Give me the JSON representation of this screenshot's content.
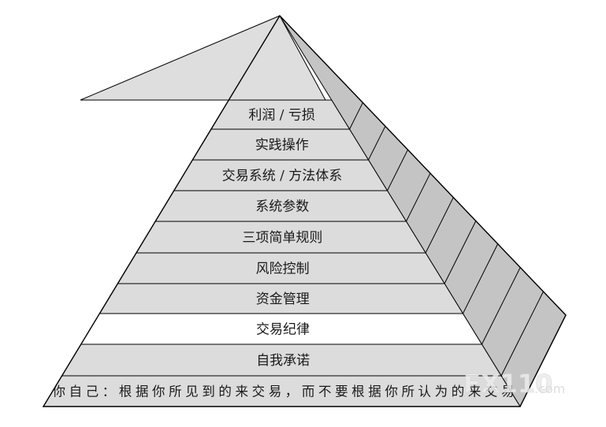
{
  "diagram": {
    "type": "pyramid",
    "layers_top_to_bottom": [
      {
        "label": "利润 / 亏损",
        "highlight": false
      },
      {
        "label": "实践操作",
        "highlight": false
      },
      {
        "label": "交易系统 / 方法体系",
        "highlight": false
      },
      {
        "label": "系统参数",
        "highlight": false
      },
      {
        "label": "三项简单规则",
        "highlight": false
      },
      {
        "label": "风险控制",
        "highlight": false
      },
      {
        "label": "资金管理",
        "highlight": false
      },
      {
        "label": "交易纪律",
        "highlight": true
      },
      {
        "label": "自我承诺",
        "highlight": false
      }
    ],
    "base": {
      "label": "你自己：根据你所见到的来交易，而不要根据你所认为的来交易"
    }
  },
  "watermark": {
    "text": "FX110",
    "suffix": ".com"
  },
  "colors": {
    "face": "#dcdcdc",
    "highlight": "#ffffff",
    "side": "#c4c4c4",
    "top": "#dedede",
    "outline": "#000000",
    "text": "#1a1a1a"
  }
}
